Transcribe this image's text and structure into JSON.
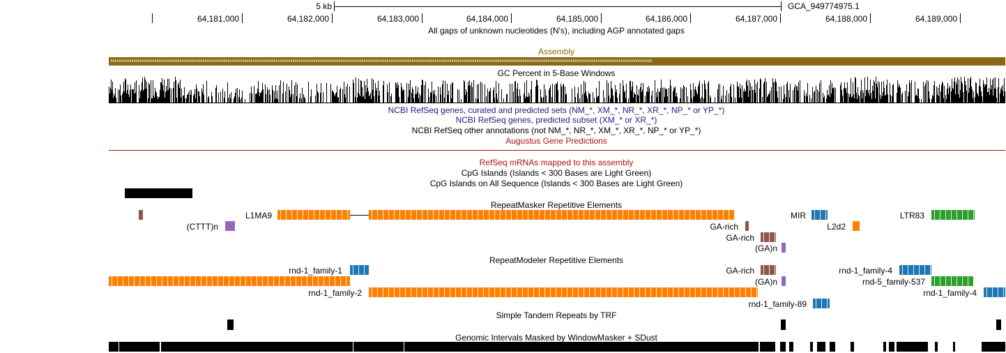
{
  "scale": {
    "label": "5 kb",
    "assembly": "GCA_949774975.1"
  },
  "ruler": {
    "ticks": [
      "64,181,000",
      "64,182,000",
      "64,183,000",
      "64,184,000",
      "64,185,000",
      "64,186,000",
      "64,187,000",
      "64,188,000",
      "64,189,000"
    ]
  },
  "tracks": {
    "gap": "All gaps of unknown nucleotides (N's), including AGP annotated gaps",
    "assembly": "Assembly",
    "gc": "GC Percent in 5-Base Windows",
    "refseq_all": "NCBI RefSeq genes, curated and predicted sets (NM_*, XM_*, NR_*, XR_*, NP_* or YP_*)",
    "refseq_pred": "NCBI RefSeq genes, predicted subset (XM_* or XR_*)",
    "refseq_other": "NCBI RefSeq other annotations (not NM_*, NR_*, XM_*, XR_*, NP_* or YP_*)",
    "augustus": "Augustus Gene Predictions",
    "refseq_mrna": "RefSeq mRNAs mapped to this assembly",
    "cpg": "CpG Islands (Islands < 300 Bases are Light Green)",
    "cpg_all": "CpG Islands on All Sequence (Islands < 300 Bases are Light Green)",
    "repeatmasker": "RepeatMasker Repetitive Elements",
    "repeatmodeler": "RepeatModeler Repetitive Elements",
    "trf": "Simple Tandem Repeats by TRF",
    "windowmasker": "Genomic Intervals Masked by WindowMasker + SDust"
  },
  "repeatmasker_labels": {
    "l1ma9": "L1MA9",
    "ctttn": "(CTTT)n",
    "mir": "MIR",
    "ltr83": "LTR83",
    "garich1": "GA-rich",
    "l2d2": "L2d2",
    "garich2": "GA-rich",
    "gan": "(GA)n"
  },
  "repeatmodeler_labels": {
    "fam1": "rnd-1_family-1",
    "garich": "GA-rich",
    "fam4a": "rnd-1_family-4",
    "gan": "(GA)n",
    "fam537": "rnd-5_family-537",
    "fam2": "rnd-1_family-2",
    "fam4b": "rnd-1_family-4",
    "fam89": "rnd-1_family-89"
  },
  "colors": {
    "assembly": "#8b6914",
    "refseq_dark": "#1a1a80",
    "augustus": "#b01010",
    "line_orange": "#ff8000",
    "sine_blue": "#1f77b4",
    "ltr_green": "#2ca02c",
    "simple_brown": "#8c564b",
    "lowcomp_purple": "#9467bd"
  }
}
